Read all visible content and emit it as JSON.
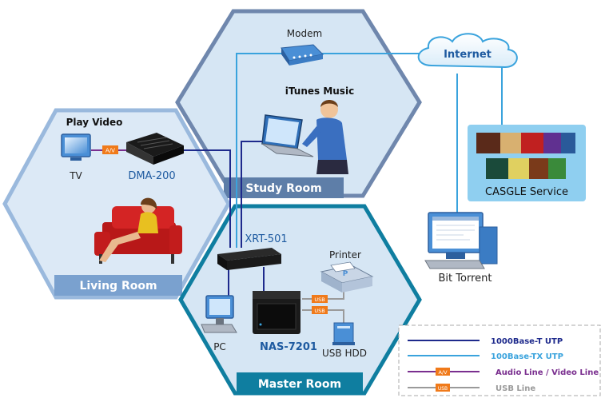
{
  "rooms": {
    "study": "Study Room",
    "living": "Living Room",
    "master": "Master Room"
  },
  "devices": {
    "modem": "Modem",
    "internet": "Internet",
    "itunes": "iTunes Music",
    "play_video": "Play Video",
    "tv": "TV",
    "dma": "DMA-200",
    "xrt": "XRT-501",
    "printer": "Printer",
    "pc": "PC",
    "nas": "NAS-7201",
    "usb_hdd": "USB HDD",
    "bit_torrent": "Bit Torrent",
    "casgle": "CASGLE Service"
  },
  "port_tags": {
    "av": "A/V",
    "usb": "USB"
  },
  "legend": {
    "items": [
      {
        "label": "1000Base-T UTP",
        "color": "#1e2a8c"
      },
      {
        "label": "100Base-TX UTP",
        "color": "#3aa3dd"
      },
      {
        "label": "Audio Line / Video Line",
        "color": "#7a2f8f"
      },
      {
        "label": "USB Line",
        "color": "#9a9a9a"
      }
    ]
  },
  "colors": {
    "hex_fill": "#d6e6f4",
    "hex_border": "#7fa7cf",
    "study_banner": "#5e7ea8",
    "living_banner": "#7aa1cf",
    "master_border": "#0f7ea0",
    "master_banner": "#0f7ea0",
    "tag_orange": "#f07a1a",
    "casgle_bg": "#8fcff0"
  }
}
